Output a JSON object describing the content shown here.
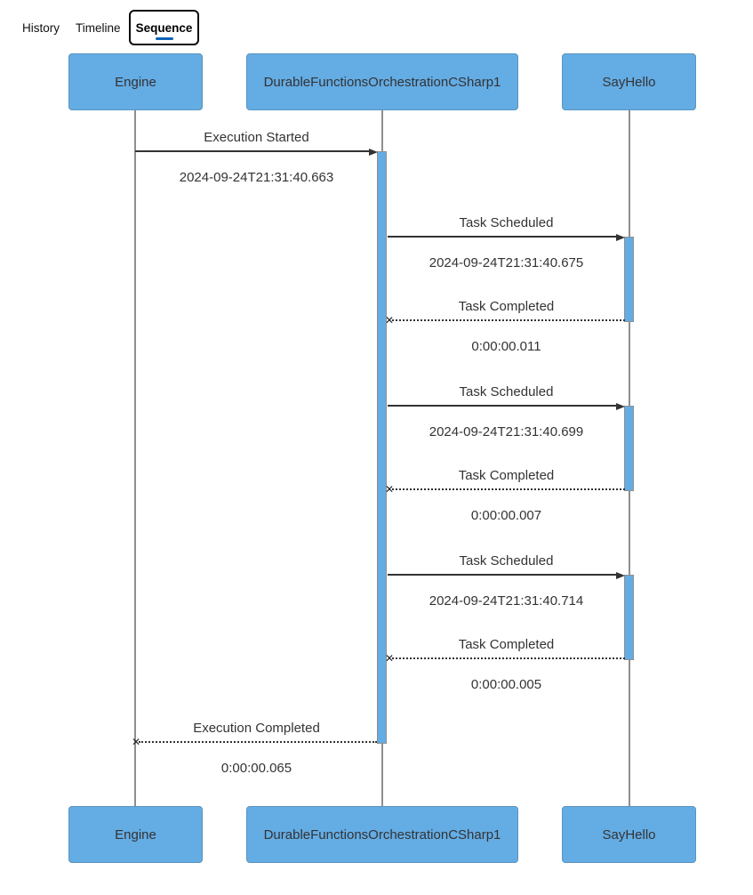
{
  "tabs": {
    "history": "History",
    "timeline": "Timeline",
    "sequence": "Sequence"
  },
  "colors": {
    "accent_blue": "#0d63b8",
    "actor_fill": "#64ace4",
    "actor_border": "#5b94be",
    "lifeline_gray": "#8f8f8f",
    "arrow_dark": "#333333"
  },
  "actors": {
    "engine": "Engine",
    "orchestration": "DurableFunctionsOrchestrationCSharp1",
    "activity": "SayHello"
  },
  "messages": [
    {
      "label": "Execution Started",
      "kind": "call",
      "from": "Engine",
      "to": "DurableFunctionsOrchestrationCSharp1",
      "timestamp": "2024-09-24T21:31:40.663"
    },
    {
      "label": "Task Scheduled",
      "kind": "call",
      "from": "DurableFunctionsOrchestrationCSharp1",
      "to": "SayHello",
      "timestamp": "2024-09-24T21:31:40.675"
    },
    {
      "label": "Task Completed",
      "kind": "return",
      "from": "SayHello",
      "to": "DurableFunctionsOrchestrationCSharp1",
      "timestamp": "0:00:00.011"
    },
    {
      "label": "Task Scheduled",
      "kind": "call",
      "from": "DurableFunctionsOrchestrationCSharp1",
      "to": "SayHello",
      "timestamp": "2024-09-24T21:31:40.699"
    },
    {
      "label": "Task Completed",
      "kind": "return",
      "from": "SayHello",
      "to": "DurableFunctionsOrchestrationCSharp1",
      "timestamp": "0:00:00.007"
    },
    {
      "label": "Task Scheduled",
      "kind": "call",
      "from": "DurableFunctionsOrchestrationCSharp1",
      "to": "SayHello",
      "timestamp": "2024-09-24T21:31:40.714"
    },
    {
      "label": "Task Completed",
      "kind": "return",
      "from": "SayHello",
      "to": "DurableFunctionsOrchestrationCSharp1",
      "timestamp": "0:00:00.005"
    },
    {
      "label": "Execution Completed",
      "kind": "return",
      "from": "DurableFunctionsOrchestrationCSharp1",
      "to": "Engine",
      "timestamp": "0:00:00.065"
    }
  ]
}
